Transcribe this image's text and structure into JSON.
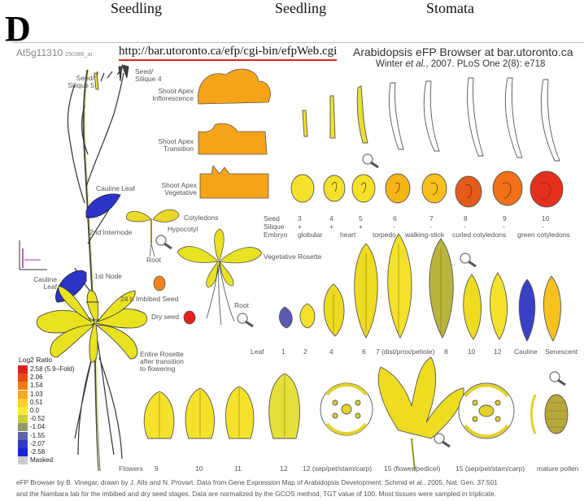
{
  "top_labels": [
    "Seedling",
    "Seedling",
    "Stomata"
  ],
  "panel_letter": "D",
  "gene_id": "At5g11310",
  "probe_id": "250386_at",
  "url": "http://bar.utoronto.ca/efp/cgi-bin/efpWeb.cgi",
  "heading": "Arabidopsis eFP Browser at bar.utoronto.ca",
  "citation_author": "Winter",
  "citation_etal": "et al.",
  "citation_rest": ", 2007. PLoS One 2(8): e718",
  "labels": {
    "seed_silique5": "Seed/\nSilique 5",
    "seed_silique4": "Seed/\nSilique 4",
    "shoot_apex_inflorescence": "Shoot Apex\nInflorescence",
    "shoot_apex_transition": "Shoot Apex\nTransition",
    "shoot_apex_vegetative": "Shoot Apex\nVegetative",
    "cauline_leaf_top": "Cauline Leaf",
    "second_internode": "2nd Internode",
    "cotyledons": "Cotyledons",
    "hypocotyl": "Hypocotyl",
    "root_seedling": "Root",
    "first_node": "1st Node",
    "cauline_leaf_bottom": "Cauline\nLeaf",
    "vegetative_rosette": "Vegetative Rosette",
    "imbibed_seed": "24 h Imbibed Seed",
    "root_rosette": "Root",
    "dry_seed": "Dry seed",
    "entire_rosette": "Entire Rosette\nafter transition\nto flowering"
  },
  "seed_rows": {
    "titles": [
      "Seed",
      "Silique",
      "Embryo"
    ],
    "stages": [
      "3",
      "4",
      "5",
      "6",
      "7",
      "8",
      "9",
      "10"
    ],
    "silique": [
      "+",
      "+",
      "+",
      "-",
      "-",
      "-",
      "-",
      "-"
    ],
    "embryo": [
      "globular",
      "heart",
      "torpedo",
      "walking-stick",
      "curled cotyledons",
      "green cotyledons"
    ]
  },
  "leaf_row": {
    "title": "Leaf",
    "items": [
      "1",
      "2",
      "4",
      "6",
      "7 (dist/prox/petiole)",
      "8",
      "10",
      "12",
      "Cauline",
      "Senescent"
    ]
  },
  "flower_row": {
    "title": "Flowers",
    "items": [
      "9",
      "10",
      "11",
      "12",
      "12 (sep/pet/stam/carp)",
      "15 (flower/pedicel)",
      "15 (sep/pet/stam/carp)",
      "mature pollen"
    ]
  },
  "legend": {
    "title": "Log2 Ratio",
    "entries": [
      {
        "label": "2.58",
        "extra": "(5.9−Fold)",
        "color": "#e02020"
      },
      {
        "label": "2.06",
        "extra": "",
        "color": "#f04818"
      },
      {
        "label": "1.54",
        "extra": "",
        "color": "#f47a14"
      },
      {
        "label": "1.03",
        "extra": "",
        "color": "#f8a818"
      },
      {
        "label": "0.51",
        "extra": "",
        "color": "#fbd21e"
      },
      {
        "label": "0.0",
        "extra": "",
        "color": "#f6ec2a"
      },
      {
        "label": "-0.52",
        "extra": "",
        "color": "#cbcd3a"
      },
      {
        "label": "-1.04",
        "extra": "",
        "color": "#8f9a66"
      },
      {
        "label": "-1.55",
        "extra": "",
        "color": "#5a63a6"
      },
      {
        "label": "-2.07",
        "extra": "",
        "color": "#2f38c8"
      },
      {
        "label": "-2.58",
        "extra": "",
        "color": "#1a22dd"
      },
      {
        "label": "Masked",
        "extra": "",
        "color": "#cccccc"
      }
    ]
  },
  "footer": [
    "eFP Browser by B. Vinegar, drawn by J. Alls and N. Provart. Data from Gene Expression Map of Arabidopsis Development: Schmid et al., 2005, Nat. Gen. 37:501",
    "and the Nambara lab for the imbibed and dry seed stages. Data are normalized by the GCOS method, TGT value of 100. Most tissues were sampled in triplicate."
  ]
}
